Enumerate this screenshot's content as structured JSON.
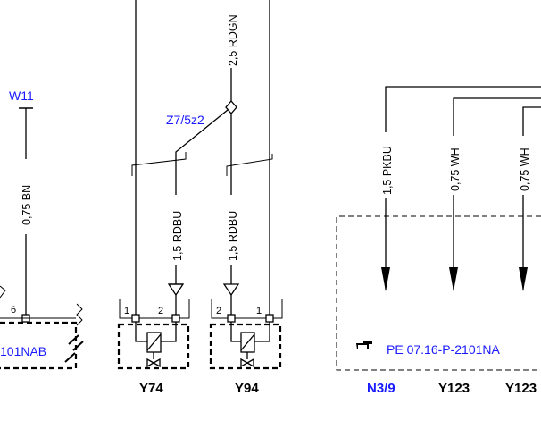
{
  "connectors": {
    "w11": "W11",
    "z7": "Z7/5z2"
  },
  "wires": {
    "top_rdgn": "2,5 RDGN",
    "w11_bn": "0,75 BN",
    "y74_rdbu": "1,5 RDBU",
    "y94_rdbu": "1,5 RDBU",
    "n39_pkbu": "1,5 PKBU",
    "y123a_wh": "0,75 WH",
    "y123b_wh": "0,75 WH"
  },
  "references": {
    "left": "101NAB",
    "right": "PE 07.16-P-2101NA",
    "right_icon": "pointing-hand-icon"
  },
  "components": {
    "y74": "Y74",
    "y94": "Y94",
    "n39": "N3/9",
    "y123a": "Y123",
    "y123b": "Y123"
  },
  "pins": {
    "left_6": "6",
    "y74_1": "1",
    "y74_2": "2",
    "y94_2": "2",
    "y94_1": "1"
  },
  "colors": {
    "line": "#000000",
    "label_blue": "#1a1aff"
  }
}
